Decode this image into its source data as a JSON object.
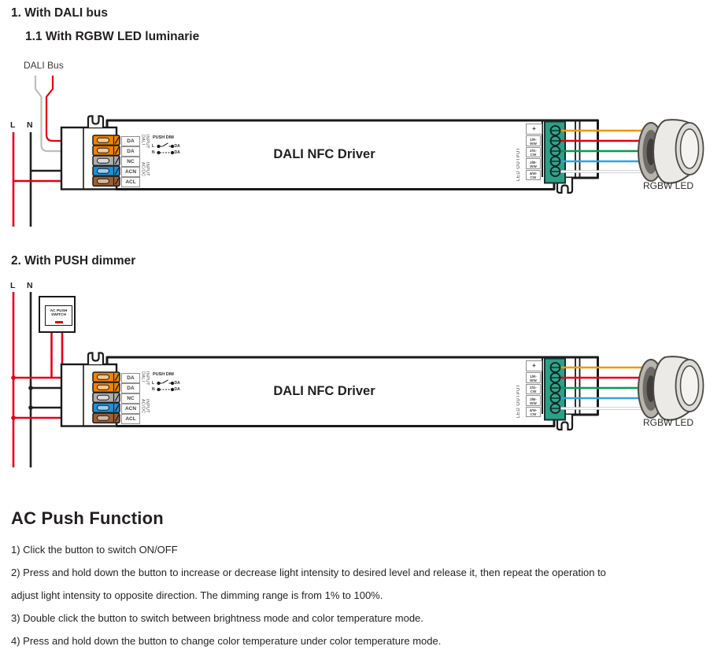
{
  "diagram1": {
    "title": "1. With DALI bus",
    "subtitle": "1.1 With RGBW LED luminarie",
    "dali_bus_label": "DALI Bus",
    "live_label": "L",
    "neutral_label": "N",
    "led_label": "RGBW LED"
  },
  "diagram2": {
    "title": "2. With PUSH dimmer",
    "live_label": "L",
    "neutral_label": "N",
    "switch_label": "AC PUSH SWITCH",
    "led_label": "RGBW LED"
  },
  "driver": {
    "name": "DALI NFC Driver",
    "input_terminals": [
      "DA",
      "DA",
      "NC",
      "ACN",
      "ACL"
    ],
    "dali_input_label": "DALI INPUT",
    "acdc_input_label": "AC/DC INPUT",
    "push_dim": {
      "title": "PUSH DIM",
      "live": "L",
      "neutral": "N",
      "da_top": "DA",
      "da_bottom": "DA"
    },
    "led_output_label": "LED OUTPUT",
    "plus_label": "+",
    "output_terminals": [
      {
        "line1": "1/R-",
        "line2": "WW"
      },
      {
        "line1": "2/G-",
        "line2": "CW"
      },
      {
        "line1": "3/B-",
        "line2": "WW"
      },
      {
        "line1": "4/W-",
        "line2": "CW"
      }
    ]
  },
  "function_section": {
    "heading": "AC Push Function",
    "items": [
      "1) Click the button to switch ON/OFF",
      "2) Press and hold down the button to increase or decrease light intensity to desired level and release it, then repeat the operation to adjust light intensity to opposite direction. The dimming range is from 1% to 100%.",
      "3) Double click the button to switch between brightness mode and color temperature mode.",
      "4) Press and hold down the button to change color temperature under color temperature mode."
    ]
  },
  "colors": {
    "wire_live_red": "#e60012",
    "wire_neutral_black": "#231f20",
    "wire_dali_gray": "#bdbdbd",
    "wire_orange": "#f39800",
    "wire_green": "#009e4f",
    "wire_blue": "#2ca6e0",
    "wire_white": "#ffffff",
    "clamp_orange": "#f08300",
    "clamp_gray": "#adadad",
    "clamp_blue": "#1f8fd5",
    "clamp_brown": "#9c5f33",
    "output_block_green": "#2f9e89",
    "switch_button_red": "#e60012"
  }
}
